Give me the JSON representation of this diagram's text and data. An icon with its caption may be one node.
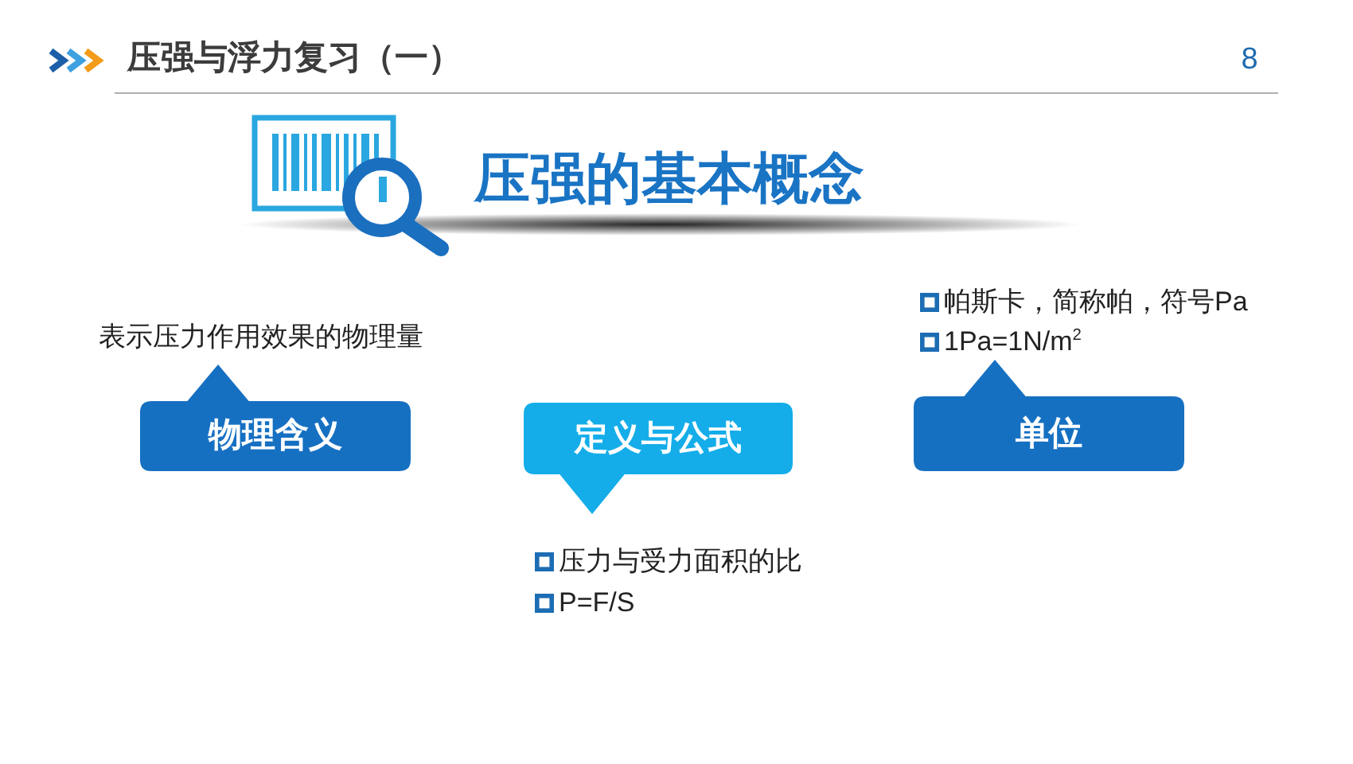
{
  "diagram": {
    "title": "压强与浮力复习（一）",
    "nodes": [
      {
        "text": [
          "物理含义"
        ],
        "beside": [
          "表示压力作用效果的物理量"
        ]
      },
      {
        "text": [
          "定义与公式"
        ],
        "beside": [
          "压力与受力面积的比",
          "P=F/S"
        ]
      },
      {
        "text": [
          "单位"
        ],
        "beside": [
          "帕斯卡，简称帕，符号Pa",
          "1Pa=1N/m$^{2}$"
        ]
      }
    ],
    "labels": [
      "8",
      "压强的基本概念"
    ]
  }
}
